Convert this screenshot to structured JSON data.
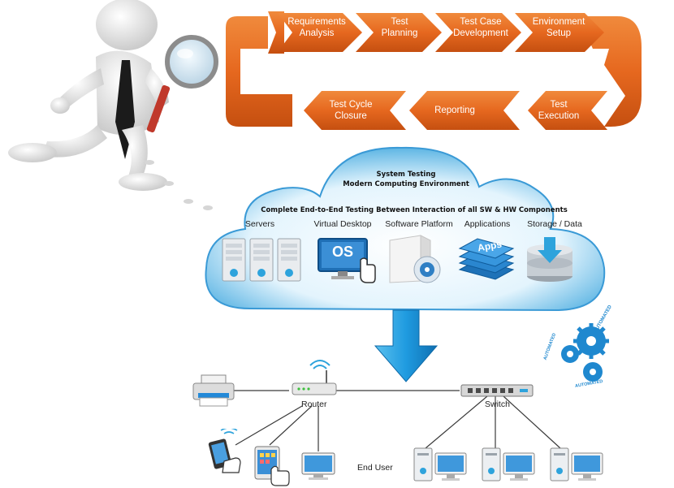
{
  "cycle": {
    "steps": [
      {
        "label": "Requirements\nAnalysis"
      },
      {
        "label": "Test\nPlanning"
      },
      {
        "label": "Test Case\nDevelopment"
      },
      {
        "label": "Environment\nSetup"
      },
      {
        "label": "Test\nExecution"
      },
      {
        "label": "Reporting"
      },
      {
        "label": "Test Cycle\nClosure"
      }
    ],
    "arrow_color": "#e8702a"
  },
  "cloud": {
    "title_line1": "System Testing",
    "title_line2": "Modern Computing Environment",
    "subtitle": "Complete End-to-End Testing Between Interaction of all SW & HW Components",
    "components": [
      {
        "label": "Servers"
      },
      {
        "label": "Virtual Desktop"
      },
      {
        "label": "Software Platform"
      },
      {
        "label": "Applications"
      },
      {
        "label": "Storage / Data"
      }
    ],
    "os_text": "OS",
    "apps_text": "Apps"
  },
  "network": {
    "router_label": "Router",
    "switch_label": "Switch",
    "end_user_label": "End User"
  },
  "badge": {
    "text_top": "AUTOMATED",
    "text_left": "AUTOMATED",
    "text_bottom": "AUTOMATED"
  }
}
